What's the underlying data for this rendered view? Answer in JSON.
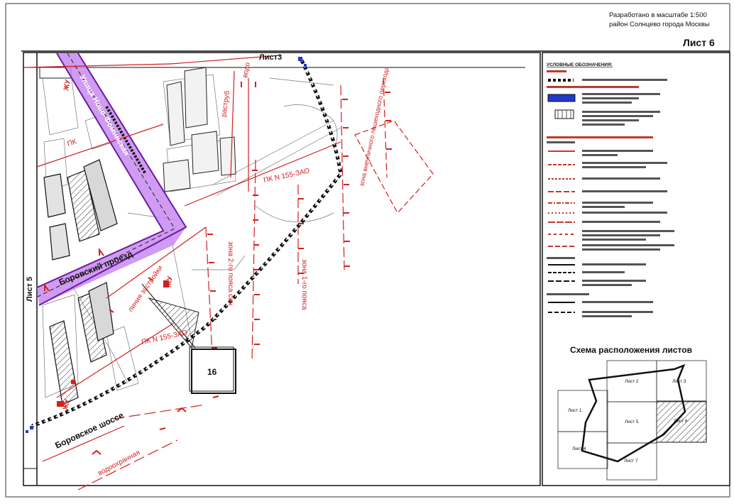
{
  "header": {
    "scale_note": "Разработано в масштабе 1:500",
    "district": "район Солнцево города Москвы",
    "sheet_title": "Лист 6"
  },
  "map_labels": {
    "sheet3_link": "Лист3",
    "sheet5_link": "Лист 5",
    "street_new_fominka": "Улица Ново-Фоминская",
    "borovsky_proezd": "Боровский проезд",
    "borovskoe_shosse": "Боровское шоссе",
    "pk_short": "ПК",
    "pk_upper": "ПК N 155-ЗАО",
    "pk_lower": "ПК N 155-ЗАО",
    "zone_belt_2": "зона 2-го пояса сан",
    "zone_belt_1": "зона 1-го пояса",
    "zone_underground": "зона внеуличного пешеходного перехода",
    "building_line": "линия застройки",
    "vodookhrannaya": "водоохранная",
    "vodookhrannaya_top": "водо",
    "rastrub": "раструб",
    "zhu": "ЖУ",
    "building_number": "16"
  },
  "legend": {
    "title": "УСЛОВНЫЕ ОБОЗНАЧЕНИЯ:",
    "colors": {
      "red_line": "#d21f1f",
      "road_fill": "#c88af0",
      "boundary_blue": "#2338c9",
      "dark": "#1a1a1a"
    }
  },
  "inset": {
    "title": "Схема расположения листов",
    "sheets": [
      "Лист 1",
      "Лист 2",
      "Лист 3",
      "Лист 4",
      "Лист 5",
      "Лист 6",
      "Лист 7"
    ],
    "current_sheet": "Лист 6"
  }
}
